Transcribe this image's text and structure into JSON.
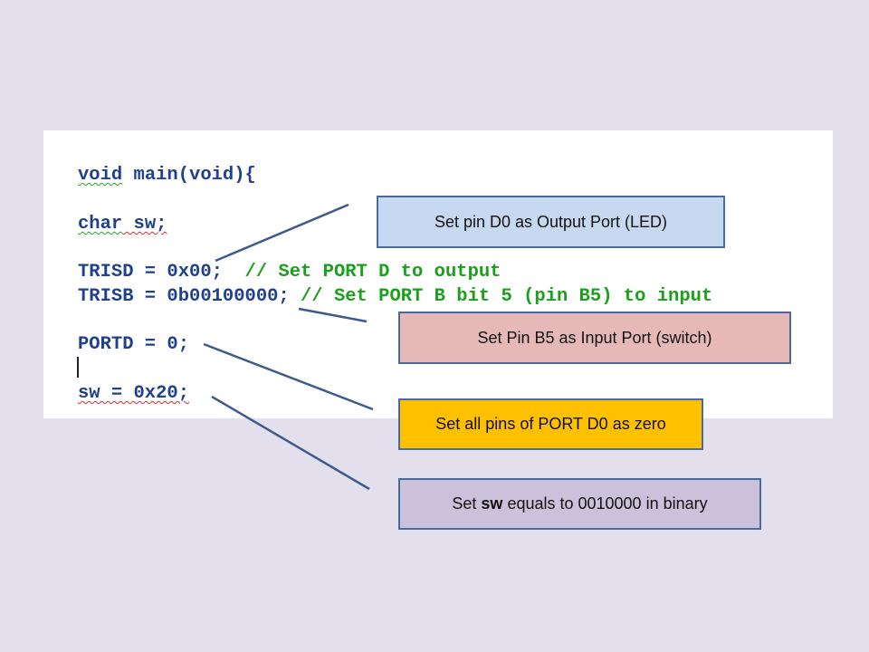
{
  "code": {
    "line1": {
      "kw1": "void",
      "mid": " main(",
      "kw2": "void",
      "end": "){"
    },
    "line2": {
      "kw": "char",
      "rest": " sw;"
    },
    "line3": {
      "code": "TRISD = 0x00;  ",
      "comment": "// Set PORT D to output"
    },
    "line4": {
      "code": "TRISB = 0b00100000; ",
      "comment": "// Set PORT B bit 5 (pin B5) to input"
    },
    "line5": {
      "code": "PORTD = 0;"
    },
    "line6": {
      "code": "sw = 0x20;"
    }
  },
  "callouts": {
    "output_port": {
      "text": "Set pin D0 as Output Port (LED)",
      "fill": "#c6d9f1"
    },
    "input_port": {
      "text": "Set Pin B5 as Input Port (switch)",
      "fill": "#e6b9b8"
    },
    "portd_zero": {
      "text": "Set all pins of PORT D0 as zero",
      "fill": "#ffc000"
    },
    "sw_binary": {
      "prefix": "Set ",
      "bold": "sw",
      "suffix": " equals to 0010000 in binary",
      "fill": "#ccc1da"
    }
  },
  "colors": {
    "background": "#e4dfec",
    "keyword": "#1f3f8f",
    "comment": "#1aa01a",
    "connector": "#3c5a8c"
  }
}
